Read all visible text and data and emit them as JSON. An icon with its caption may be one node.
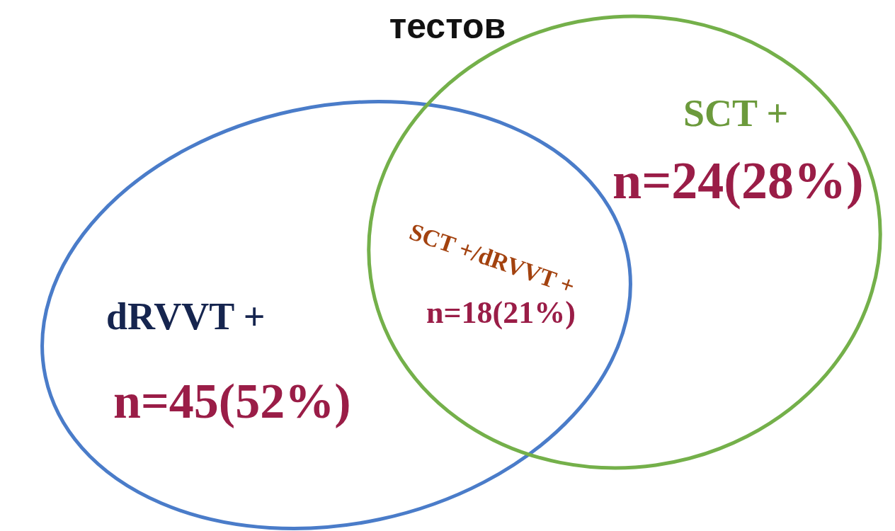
{
  "diagram": {
    "title": "тестов",
    "nodes": [
      {
        "text": [
          "dRVVT +",
          "n=45(52%)"
        ]
      },
      {
        "text": [
          "SCT +",
          "n=24(28%)"
        ]
      }
    ],
    "labels": [
      "SCT +/dRVVT +",
      "n=18(21%)"
    ]
  }
}
